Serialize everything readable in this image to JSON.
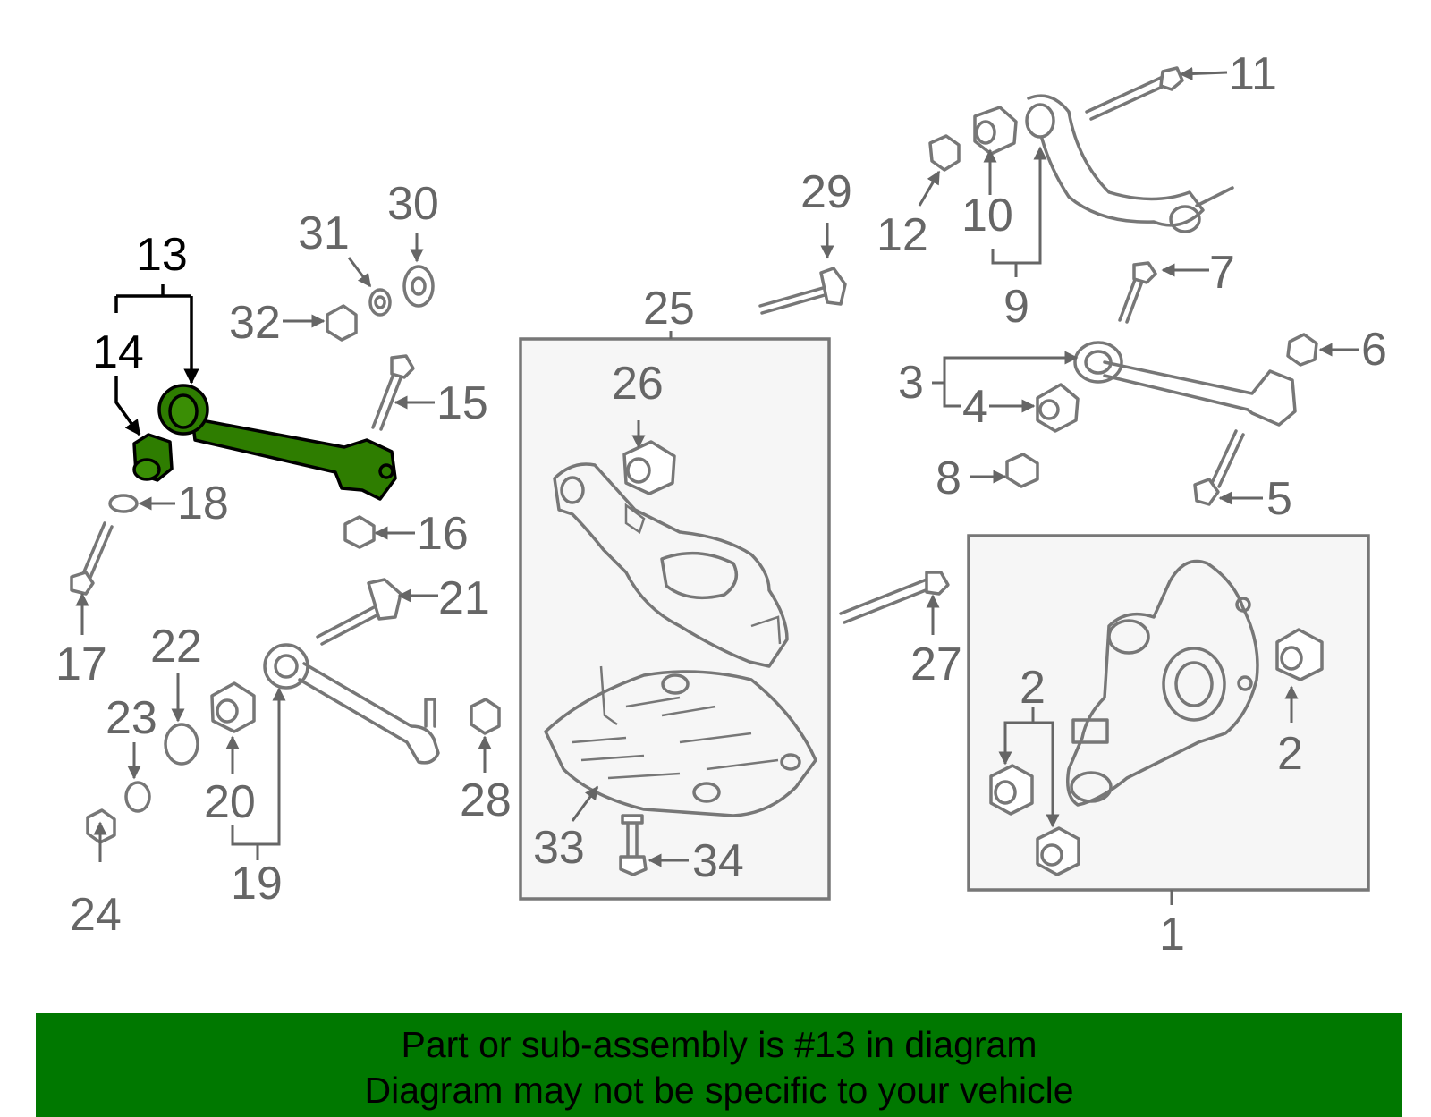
{
  "diagram": {
    "title": "",
    "selected_part": "13",
    "highlight_color": "#2e7d00",
    "callouts": [
      "1",
      "2",
      "2",
      "2",
      "3",
      "4",
      "5",
      "6",
      "7",
      "8",
      "9",
      "10",
      "11",
      "12",
      "13",
      "14",
      "15",
      "16",
      "17",
      "18",
      "19",
      "20",
      "21",
      "22",
      "23",
      "24",
      "25",
      "26",
      "27",
      "28",
      "29",
      "30",
      "31",
      "32",
      "33",
      "34"
    ]
  },
  "banner": {
    "line1": "Part or sub-assembly is #13 in diagram",
    "line2": "Diagram may not be specific to your vehicle",
    "background": "#007800"
  }
}
